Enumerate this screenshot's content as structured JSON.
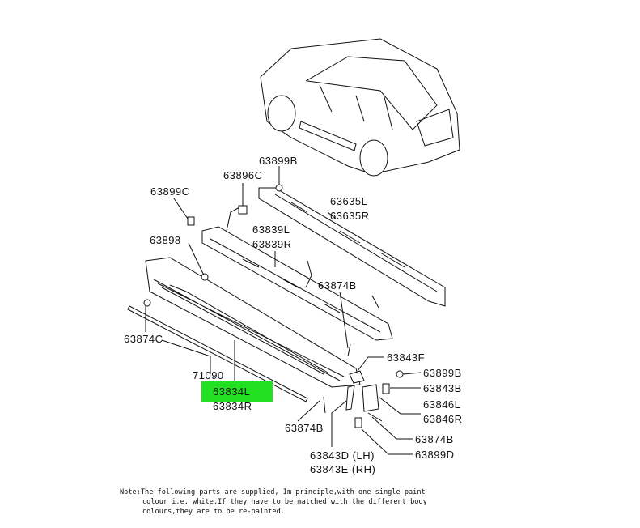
{
  "highlight_color": "#22e022",
  "labels": {
    "p63899B_top": "63899B",
    "p63896C": "63896C",
    "p63899C": "63899C",
    "p63635L": "63635L",
    "p63635R": "63635R",
    "p63898": "63898",
    "p63839L": "63839L",
    "p63839R": "63839R",
    "p63874B_mid": "63874B",
    "p63874C": "63874C",
    "p63843F": "63843F",
    "p63899B_right": "63899B",
    "p63843B": "63843B",
    "p71090": "71090",
    "p63834L": "63834L",
    "p63834R": "63834R",
    "p63846L": "63846L",
    "p63846R": "63846R",
    "p63874B_low": "63874B",
    "p63874B_right": "63874B",
    "p63843D": "63843D (LH)",
    "p63843E": "63843E (RH)",
    "p63899D": "63899D"
  },
  "note": [
    "Note:The following parts are supplied, Im principle,with one single paint",
    "colour i.e. white.If they have to be matched with the different body",
    "colours,they are to be re-painted."
  ]
}
